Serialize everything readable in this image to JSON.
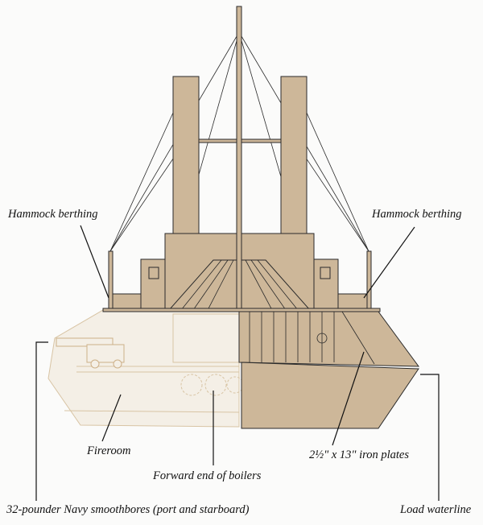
{
  "labels": {
    "hammock_left": "Hammock berthing",
    "hammock_right": "Hammock berthing",
    "fireroom": "Fireroom",
    "boilers": "Forward end of boilers",
    "iron_plates": "2½\" x 13\" iron plates",
    "guns": "32-pounder Navy smoothbores (port and starboard)",
    "waterline": "Load waterline"
  },
  "colors": {
    "hull": "#cdb799",
    "ghost": "#e0cfb5",
    "ink": "#2a2a2a"
  }
}
